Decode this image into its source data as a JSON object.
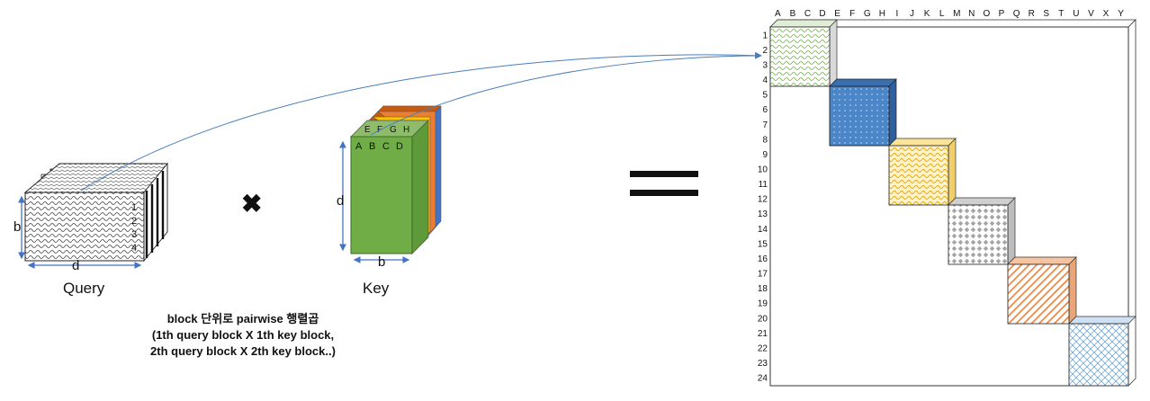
{
  "query": {
    "label": "Query",
    "dim_b": "b",
    "dim_d": "d",
    "row_labels": [
      "1",
      "2",
      "3",
      "4"
    ]
  },
  "key": {
    "label": "Key",
    "dim_d": "d",
    "dim_b": "b",
    "front_labels": [
      "A",
      "B",
      "C",
      "D"
    ],
    "back_labels": [
      "E",
      "F",
      "G",
      "H"
    ]
  },
  "operator_symbol": "✖",
  "caption": {
    "line1": "block 단위로 pairwise 행렬곱",
    "line2": "(1th query block X 1th key block,",
    "line3": "2th query block X 2th key block..)"
  },
  "matrix": {
    "column_labels": [
      "A",
      "B",
      "C",
      "D",
      "E",
      "F",
      "G",
      "H",
      "I",
      "J",
      "K",
      "L",
      "M",
      "N",
      "O",
      "P",
      "Q",
      "R",
      "S",
      "T",
      "U",
      "V",
      "X",
      "Y"
    ],
    "row_labels": [
      "1",
      "2",
      "3",
      "4",
      "5",
      "6",
      "7",
      "8",
      "9",
      "10",
      "11",
      "12",
      "13",
      "14",
      "15",
      "16",
      "17",
      "18",
      "19",
      "20",
      "21",
      "22",
      "23",
      "24"
    ]
  },
  "colors": {
    "green": "#70AD47",
    "blue": "#4472C4",
    "yellow": "#FFC000",
    "gray": "#A5A5A5",
    "orange": "#ED7D31",
    "lightblue": "#5B9BD5",
    "arrow": "#4A7EBB",
    "key_green": "#70AD47"
  },
  "block_patterns": [
    "wave-green",
    "dots-blue",
    "wave-yellow",
    "diamond-gray",
    "diagonal-orange",
    "weave-blue"
  ]
}
